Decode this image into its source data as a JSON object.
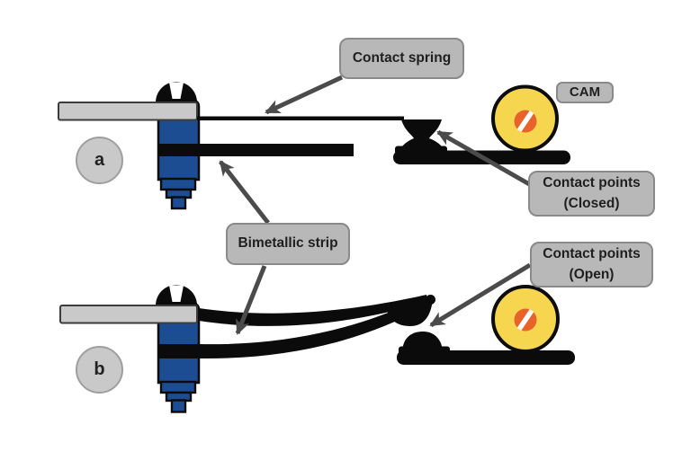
{
  "labels": {
    "contact_spring": "Contact spring",
    "cam": "CAM",
    "contact_points_closed": {
      "line1": "Contact points",
      "line2": "(Closed)"
    },
    "bimetallic_strip": "Bimetallic strip",
    "contact_points_open": {
      "line1": "Contact points",
      "line2": "(Open)"
    }
  },
  "badges": {
    "a": "a",
    "b": "b"
  },
  "colors": {
    "background": "#ffffff",
    "label_fill": "#b8b8b8",
    "label_border": "#8a8a8a",
    "label_text": "#1f1f1f",
    "badge_fill": "#c9c9c9",
    "badge_border": "#9e9e9e",
    "arrow": "#4b4b4b",
    "metal_black": "#0b0b0b",
    "bracket_gray": "#c9c9c9",
    "bracket_edge": "#3c3c3c",
    "screw_blue": "#1c4d92",
    "cam_yellow": "#f6d64e",
    "cam_core_orange": "#e8632a"
  }
}
